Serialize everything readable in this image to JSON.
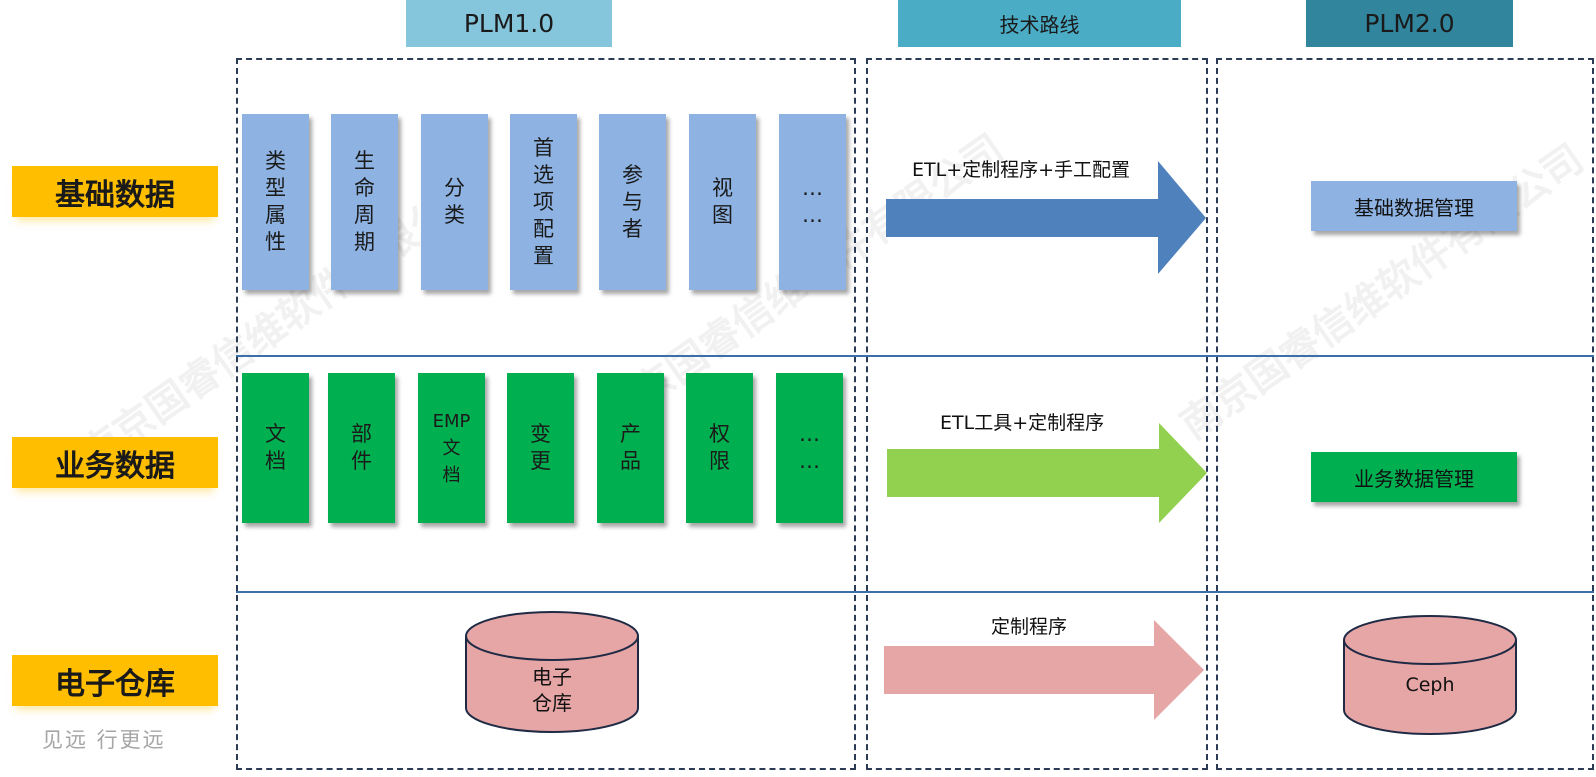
{
  "headers": {
    "plm1": "PLM1.0",
    "tech_route": "技术路线",
    "plm2": "PLM2.0"
  },
  "rows": {
    "basic": "基础数据",
    "business": "业务数据",
    "vault": "电子仓库"
  },
  "basic_items": [
    "类\n型\n属\n性",
    "生\n命\n周\n期",
    "分\n类",
    "首\n选\n项\n配\n置",
    "参\n与\n者",
    "视\n图",
    "…\n…"
  ],
  "business_items": [
    "文\n档",
    "部\n件",
    "EMP\n文\n档",
    "变\n更",
    "产\n品",
    "权\n限",
    "…\n…"
  ],
  "arrows": {
    "basic": "ETL+定制程序+手工配置",
    "business": "ETL工具+定制程序",
    "vault": "定制程序"
  },
  "plm2_items": {
    "basic": "基础数据管理",
    "business": "业务数据管理",
    "vault": "Ceph"
  },
  "plm1_vault": "电子\n仓库",
  "slogan": "见远 行更远",
  "watermark": "南京国睿信维软件有限公司",
  "colors": {
    "header_plm1": "#86c6dc",
    "header_tech": "#4bacc6",
    "header_plm2": "#31859c",
    "row_label": "#ffbf00",
    "basic_card": "#8eb3e3",
    "business_card": "#00b050",
    "arrow_basic": "#4f81bd",
    "arrow_business": "#92d050",
    "arrow_vault": "#e6a6a6",
    "cylinder": "#e6a6a6"
  }
}
